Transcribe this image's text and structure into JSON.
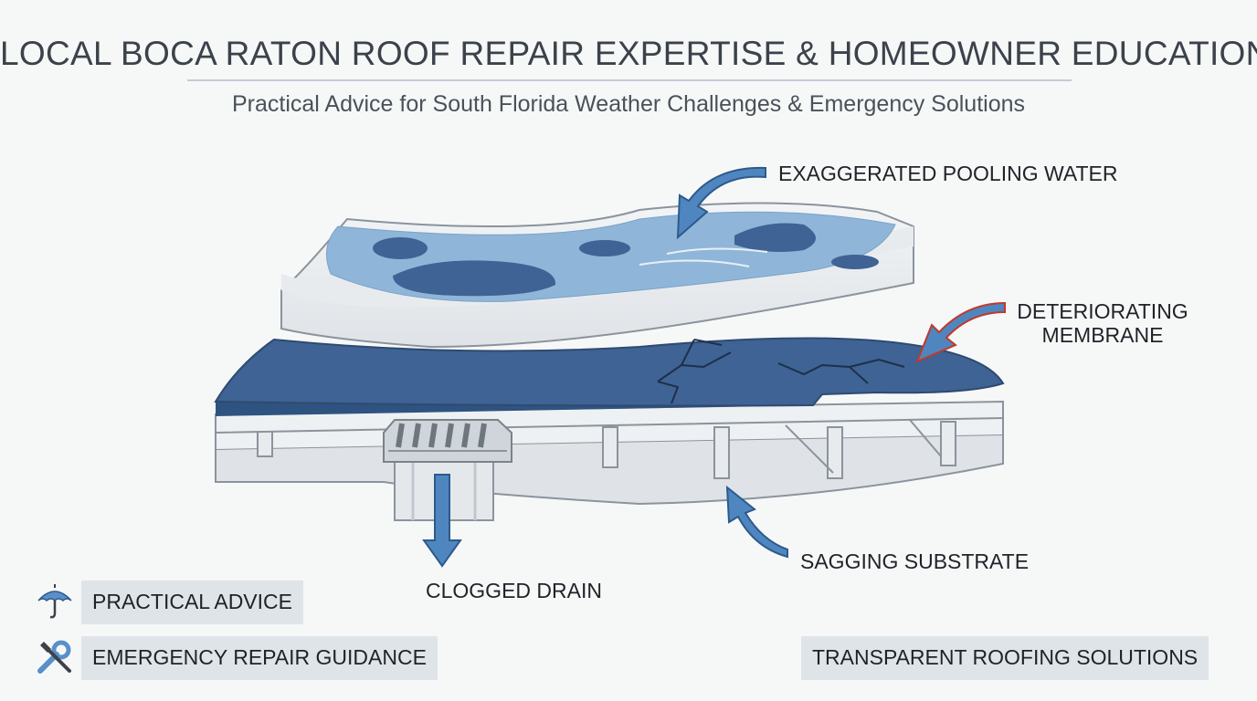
{
  "header": {
    "title": "LOCAL BOCA RATON ROOF REPAIR EXPERTISE & HOMEOWNER EDUCATION",
    "subtitle": "Practical Advice for South Florida Weather Challenges & Emergency Solutions"
  },
  "callouts": {
    "pooling_water": "EXAGGERATED POOLING WATER",
    "membrane_line1": "DETERIORATING",
    "membrane_line2": "MEMBRANE",
    "substrate": "SAGGING SUBSTRATE",
    "drain": "CLOGGED DRAIN"
  },
  "tags": {
    "practical_advice": "PRACTICAL ADVICE",
    "emergency_repair": "EMERGENCY REPAIR GUIDANCE",
    "transparent_solutions": "TRANSPARENT ROOFING SOLUTIONS"
  },
  "icons": {
    "practical_advice": "umbrella-icon",
    "emergency_repair": "wrench-screwdriver-icon"
  },
  "colors": {
    "membrane_blue": "#3e6394",
    "water_light": "#8fb6d8",
    "water_dark": "#3e6394",
    "arrow_blue": "#4f86c0",
    "arrow_red_outline": "#c0392b",
    "panel_gray": "#e2e6ea",
    "tag_bg": "#dfe4e8"
  }
}
